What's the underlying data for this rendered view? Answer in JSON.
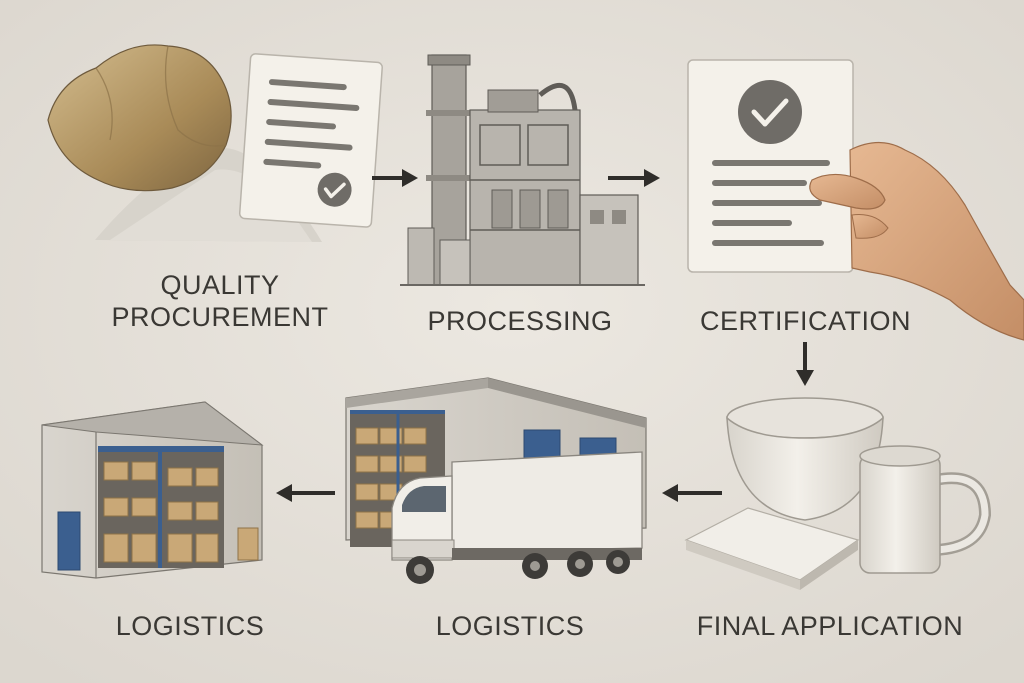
{
  "steps": [
    {
      "label_line1": "QUALITY",
      "label_line2": "PROCUREMENT"
    },
    {
      "label": "PROCESSING"
    },
    {
      "label": "CERTIFICATION"
    },
    {
      "label": "FINAL APPLICATION"
    },
    {
      "label": "LOGISTICS"
    },
    {
      "label": "LOGISTICS"
    }
  ],
  "colors": {
    "background": "#e7e3dc",
    "text": "#3a3834",
    "arrow": "#2f2d2a",
    "stone": "#b89d6c",
    "paper": "#f4f1ea",
    "check_badge": "#6f6c67",
    "steel": "#8a8781",
    "crate": "#c9a877",
    "door_blue": "#3b5f8f",
    "skin": "#d9a77f"
  },
  "icons": [
    "stone-icon",
    "document-check-icon",
    "factory-icon",
    "certificate-icon",
    "hand-icon",
    "ceramics-icon",
    "truck-icon",
    "warehouse-icon"
  ]
}
